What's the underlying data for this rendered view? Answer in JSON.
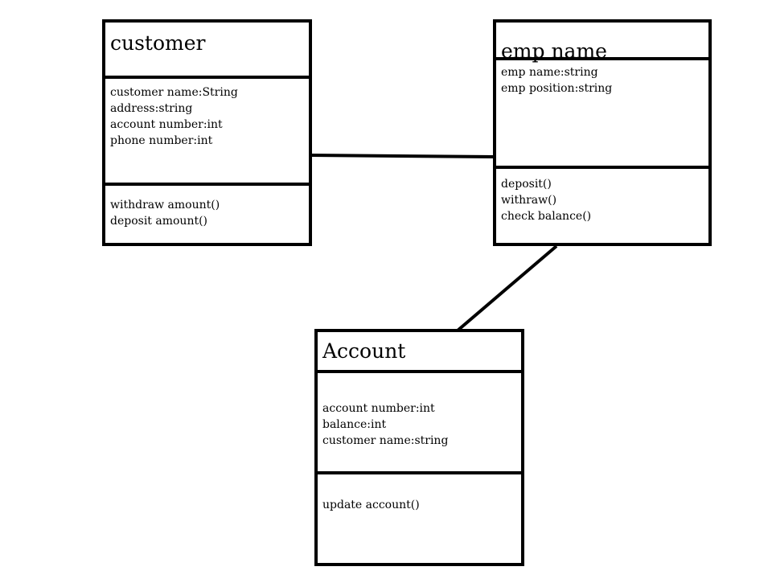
{
  "classes": {
    "customer": {
      "name": "customer",
      "attributes": [
        "customer name:String",
        "address:string",
        "account number:int",
        "phone number:int"
      ],
      "methods": [
        "withdraw amount()",
        "deposit amount()"
      ]
    },
    "emp": {
      "name": "emp name",
      "attributes": [
        "emp name:string",
        "emp position:string"
      ],
      "methods": [
        "deposit()",
        "withraw()",
        "check balance()"
      ]
    },
    "account": {
      "name": "Account",
      "attributes": [
        "account number:int",
        "balance:int",
        "customer name:string"
      ],
      "methods": [
        "update account()"
      ]
    }
  },
  "colors": {
    "stroke": "#000000",
    "background": "#ffffff"
  }
}
